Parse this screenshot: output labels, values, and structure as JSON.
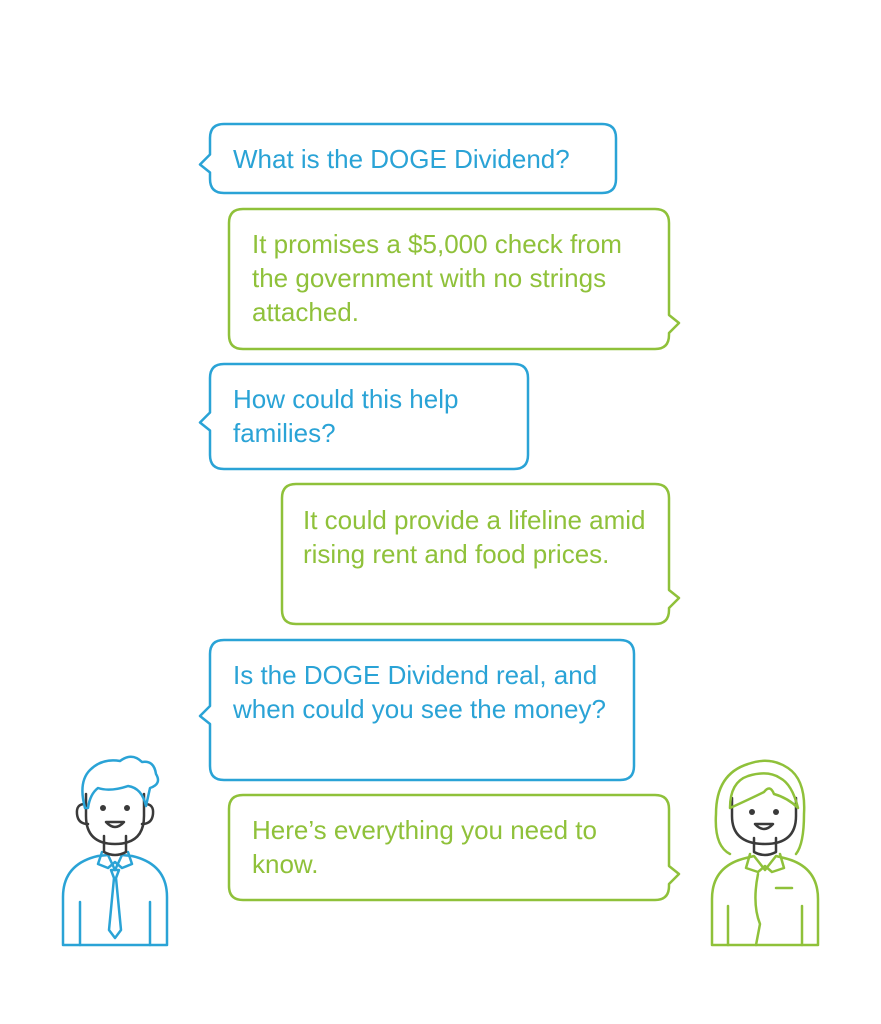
{
  "colors": {
    "left_speaker": "#2aa3d6",
    "right_speaker": "#8fc13a",
    "line_dark": "#3a3a3a",
    "background": "#ffffff"
  },
  "messages": [
    {
      "speaker": "left",
      "text": "What is the DOGE Dividend?"
    },
    {
      "speaker": "right",
      "text": "It promises a $5,000 check from the government with no strings attached."
    },
    {
      "speaker": "left",
      "text": "How could this help families?"
    },
    {
      "speaker": "right",
      "text": "It could provide a lifeline amid rising rent and food prices."
    },
    {
      "speaker": "left",
      "text": "Is the DOGE Dividend real, and when could you see the money?"
    },
    {
      "speaker": "right",
      "text": "Here’s everything you need to know."
    }
  ],
  "people": {
    "left": {
      "icon": "man-avatar-icon",
      "color": "#2aa3d6"
    },
    "right": {
      "icon": "woman-avatar-icon",
      "color": "#8fc13a"
    }
  }
}
